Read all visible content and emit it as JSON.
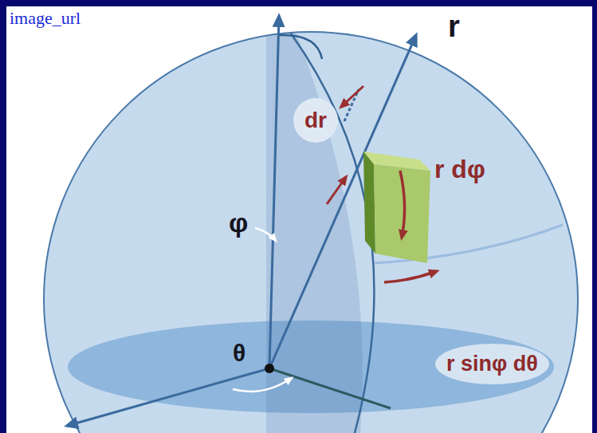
{
  "diagram": {
    "nodes": [
      {
        "text": [
          "dr"
        ]
      },
      {
        "text": [
          "r sinφ dθ"
        ]
      }
    ],
    "labels": [
      "image_url",
      "r",
      "r dφ",
      "φ",
      "θ"
    ]
  }
}
